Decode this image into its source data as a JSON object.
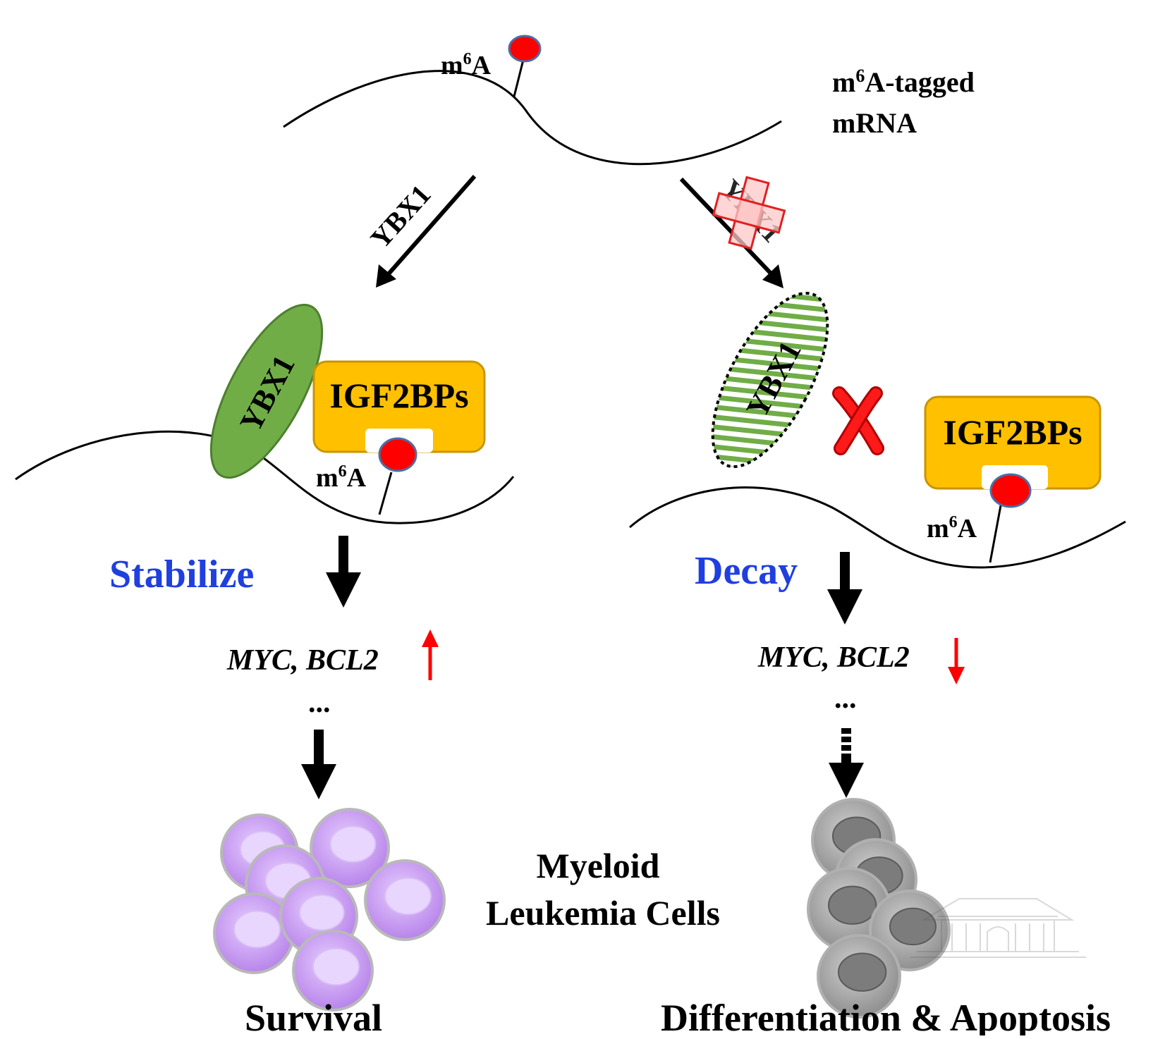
{
  "labels": {
    "m6a_base": "m",
    "m6a_sup": "6",
    "m6a_tail": "A",
    "m6a_tagged_tail": "A-tagged",
    "mrna": "mRNA",
    "ybx1": "YBX1",
    "igf2bps": "IGF2BPs",
    "stabilize": "Stabilize",
    "decay": "Decay",
    "genes": "MYC, BCL2",
    "ellipsis": "...",
    "survival": "Survival",
    "outcome_right": "Differentiation & Apoptosis",
    "cells_line1": "Myeloid",
    "cells_line2": "Leukemia Cells"
  },
  "colors": {
    "m6a_dot": "#ff0000",
    "m6a_dot_stroke": "#4a6fa5",
    "ybx1_fill": "#70ad47",
    "ybx1_stroke": "#4e7f30",
    "igf2bp_fill": "#ffc000",
    "igf2bp_stroke": "#c99500",
    "blue_text": "#1f3fe0",
    "red_arrow": "#ff0000",
    "red_x": "#ff0000",
    "cell_purple": "#c9a0f0",
    "cell_purple_dark": "#9b6fd0",
    "cell_gray": "#a6a6a6",
    "cell_gray_dark": "#707070"
  },
  "icons": {
    "up": "arrow-up-icon",
    "down": "arrow-down-icon",
    "blocked": "x-mark-icon"
  }
}
